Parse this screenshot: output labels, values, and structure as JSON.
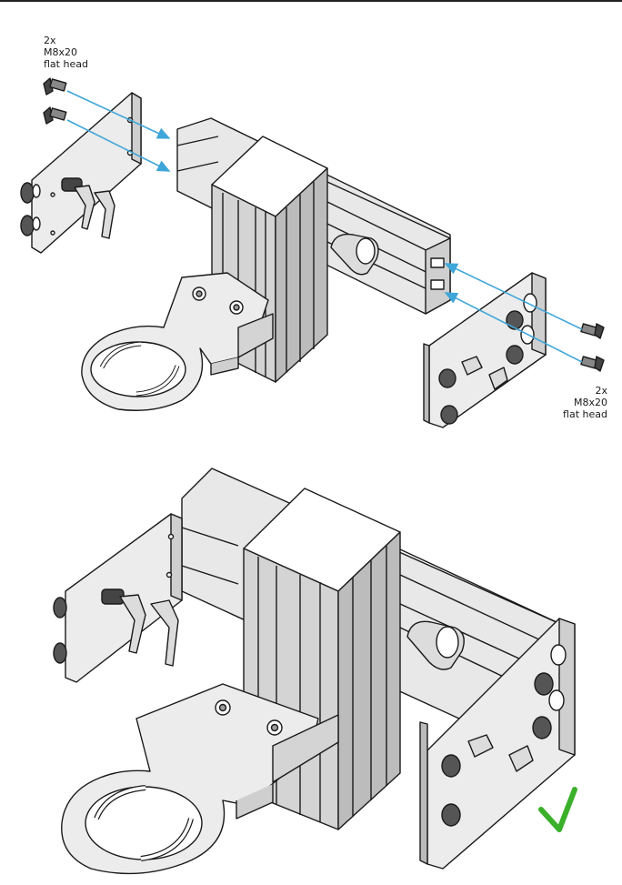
{
  "callouts": {
    "left": {
      "qty": "2x",
      "size": "M8x20",
      "type": "flat head"
    },
    "right": {
      "qty": "2x",
      "size": "M8x20",
      "type": "flat head"
    }
  },
  "colors": {
    "line": "#1a1a1a",
    "shade": "#d4d4d4",
    "shade_dark": "#9a9a9a",
    "arrow": "#3ea6d8",
    "check": "#3bb02a"
  },
  "icons": {
    "check": "check-mark-icon"
  }
}
